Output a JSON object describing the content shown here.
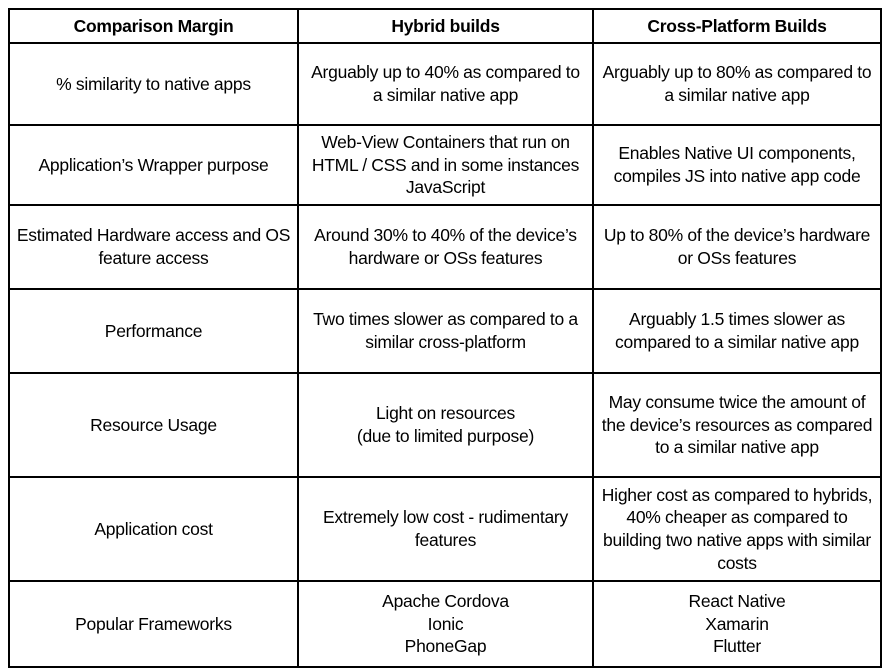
{
  "table": {
    "headers": [
      "Comparison Margin",
      "Hybrid builds",
      "Cross-Platform Builds"
    ],
    "rows": [
      {
        "margin": "% similarity to native apps",
        "hybrid": "Arguably up to 40% as compared to a similar native app",
        "cross": "Arguably up to 80% as compared to a similar native app"
      },
      {
        "margin": "Application’s Wrapper purpose",
        "hybrid": "Web-View Containers that run on HTML / CSS and in some instances JavaScript",
        "cross": "Enables Native UI components, compiles JS into native app code"
      },
      {
        "margin": "Estimated Hardware access and OS feature access",
        "hybrid": "Around 30% to 40% of the device’s hardware or OSs features",
        "cross": "Up to 80% of the device’s hardware or OSs features"
      },
      {
        "margin": "Performance",
        "hybrid": "Two times slower as compared to a similar cross-platform",
        "cross": "Arguably 1.5 times slower as compared to a similar native app"
      },
      {
        "margin": "Resource Usage",
        "hybrid": "Light on resources\n(due to limited purpose)",
        "cross": "May consume twice the amount of the device’s resources as compared to a similar native app"
      },
      {
        "margin": "Application cost",
        "hybrid": "Extremely low cost - rudimentary features",
        "cross": "Higher cost as compared to hybrids, 40% cheaper as compared to building two native apps with similar costs"
      },
      {
        "margin": "Popular Frameworks",
        "hybrid": "Apache Cordova\nIonic\nPhoneGap",
        "cross": "React Native\nXamarin\nFlutter"
      }
    ]
  },
  "colors": {
    "border": "#000000",
    "text": "#000000",
    "background": "#ffffff"
  }
}
